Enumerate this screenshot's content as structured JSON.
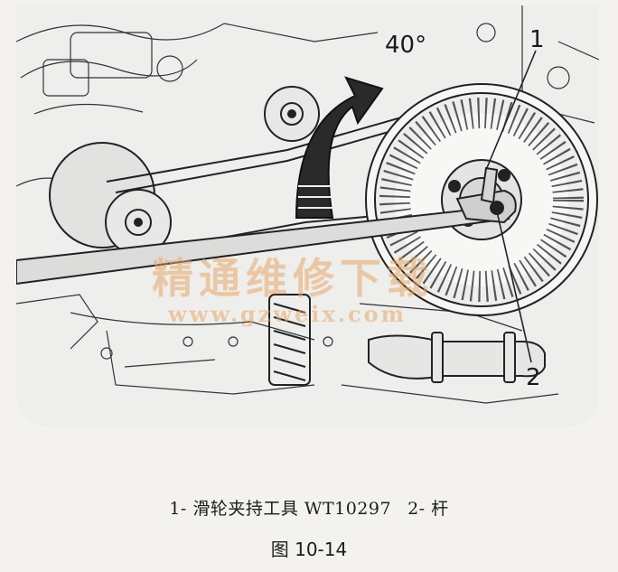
{
  "figure": {
    "angle_label": "40°",
    "callout_1": "1",
    "callout_2": "2",
    "watermark_title": "精通维修下载",
    "watermark_url": "www.gzweix.com"
  },
  "caption": {
    "legend_item_1": "1- 滑轮夹持工具 WT10297",
    "legend_item_2": "2- 杆",
    "figure_number": "图 10-14"
  },
  "colors": {
    "line": "#222222",
    "watermark": "#e8a96a",
    "background": "#eeeeec"
  }
}
